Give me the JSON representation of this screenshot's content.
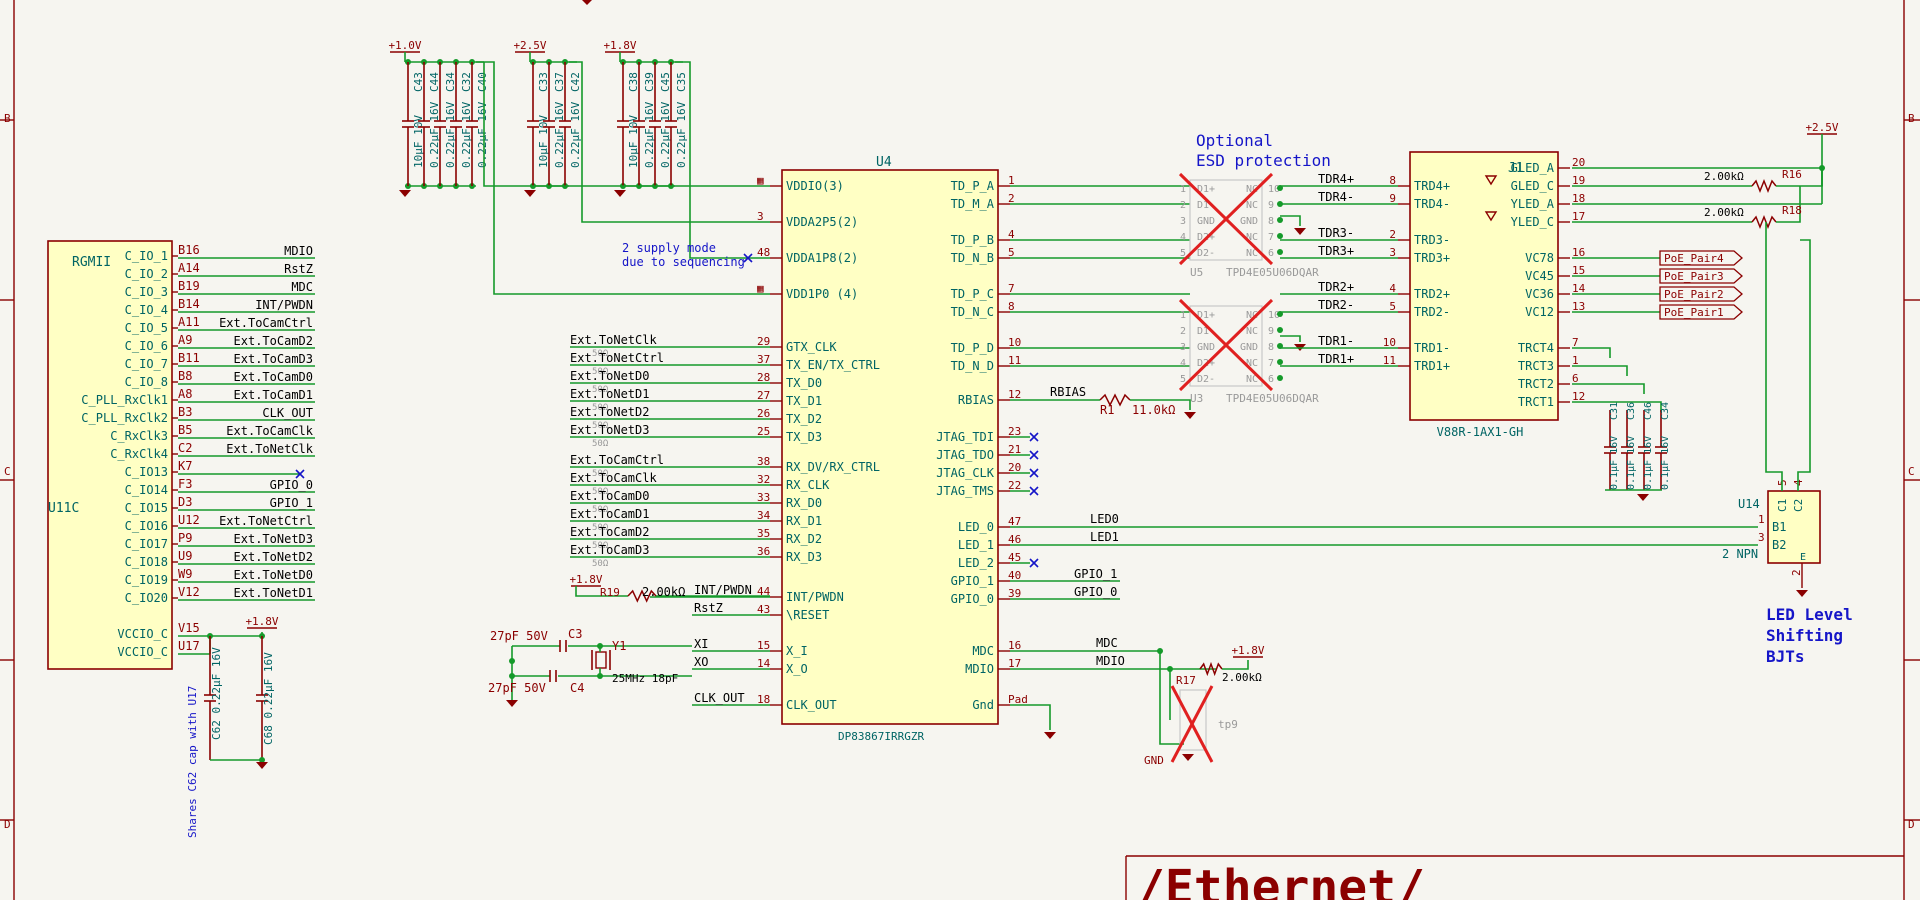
{
  "rows": [
    "B",
    "B",
    "C",
    "C",
    "D",
    "D"
  ],
  "u11": {
    "ref": "U11C",
    "name": "RGMII",
    "pins": [
      {
        "num": "B16",
        "name": "C_IO_1",
        "net": "MDIO"
      },
      {
        "num": "A14",
        "name": "C_IO_2",
        "net": "RstZ"
      },
      {
        "num": "B19",
        "name": "C_IO_3",
        "net": "MDC"
      },
      {
        "num": "B14",
        "name": "C_IO_4",
        "net": "INT/PWDN"
      },
      {
        "num": "A11",
        "name": "C_IO_5",
        "net": "Ext.ToCamCtrl"
      },
      {
        "num": "A9",
        "name": "C_IO_6",
        "net": "Ext.ToCamD2"
      },
      {
        "num": "B11",
        "name": "C_IO_7",
        "net": "Ext.ToCamD3"
      },
      {
        "num": "B8",
        "name": "C_IO_8",
        "net": "Ext.ToCamD0"
      },
      {
        "num": "A8",
        "name": "C_PLL_RxClk1",
        "net": "Ext.ToCamD1"
      },
      {
        "num": "B3",
        "name": "C_PLL_RxClk2",
        "net": "CLK_OUT"
      },
      {
        "num": "B5",
        "name": "C_RxClk3",
        "net": "Ext.ToCamClk"
      },
      {
        "num": "C2",
        "name": "C_RxClk4",
        "net": "Ext.ToNetClk"
      },
      {
        "num": "K7",
        "name": "C_IO13",
        "net": ""
      },
      {
        "num": "F3",
        "name": "C_IO14",
        "net": "GPIO_0"
      },
      {
        "num": "D3",
        "name": "C_IO15",
        "net": "GPIO_1"
      },
      {
        "num": "U12",
        "name": "C_IO16",
        "net": "Ext.ToNetCtrl"
      },
      {
        "num": "P9",
        "name": "C_IO17",
        "net": "Ext.ToNetD3"
      },
      {
        "num": "U9",
        "name": "C_IO18",
        "net": "Ext.ToNetD2"
      },
      {
        "num": "W9",
        "name": "C_IO19",
        "net": "Ext.ToNetD0"
      },
      {
        "num": "V12",
        "name": "C_IO20",
        "net": "Ext.ToNetD1"
      }
    ],
    "vcc_pins": [
      {
        "num": "V15",
        "name": "VCCIO_C"
      },
      {
        "num": "U17",
        "name": "VCCIO_C"
      }
    ],
    "supply": "+1.8V",
    "caps": [
      {
        "ref": "C62",
        "val": "0.22µF 16V"
      },
      {
        "ref": "C68",
        "val": "0.22µF 16V"
      }
    ],
    "note": "Shares C62 cap with U17"
  },
  "decoupling": [
    {
      "rail": "+1.0V",
      "caps": [
        {
          "ref": "C43",
          "val": "10µF 10V"
        },
        {
          "ref": "C44",
          "val": "0.22µF 16V"
        },
        {
          "ref": "C34",
          "val": "0.22µF 16V"
        },
        {
          "ref": "C32",
          "val": "0.22µF 16V"
        },
        {
          "ref": "C40",
          "val": "0.22µF 16V"
        }
      ]
    },
    {
      "rail": "+2.5V",
      "caps": [
        {
          "ref": "C33",
          "val": "10µF 10V"
        },
        {
          "ref": "C37",
          "val": "0.22µF 16V"
        },
        {
          "ref": "C42",
          "val": "0.22µF 16V"
        }
      ]
    },
    {
      "rail": "+1.8V",
      "caps": [
        {
          "ref": "C38",
          "val": "10µF 10V"
        },
        {
          "ref": "C39",
          "val": "0.22µF 16V"
        },
        {
          "ref": "C45",
          "val": "0.22µF 16V"
        },
        {
          "ref": "C35",
          "val": "0.22µF 16V"
        }
      ]
    }
  ],
  "u4": {
    "ref": "U4",
    "part": "DP83867IRRGZR",
    "left": [
      {
        "num": "",
        "name": "VDDIO(3)",
        "net": ""
      },
      {
        "num": "3",
        "name": "VDDA2P5(2)",
        "net": ""
      },
      {
        "num": "48",
        "name": "VDDA1P8(2)",
        "net": ""
      },
      {
        "num": "",
        "name": "VDD1P0 (4)",
        "net": ""
      },
      {
        "num": "29",
        "name": "GTX_CLK",
        "net": "Ext.ToNetClk"
      },
      {
        "num": "37",
        "name": "TX_EN/TX_CTRL",
        "net": "Ext.ToNetCtrl"
      },
      {
        "num": "28",
        "name": "TX_D0",
        "net": "Ext.ToNetD0"
      },
      {
        "num": "27",
        "name": "TX_D1",
        "net": "Ext.ToNetD1"
      },
      {
        "num": "26",
        "name": "TX_D2",
        "net": "Ext.ToNetD2"
      },
      {
        "num": "25",
        "name": "TX_D3",
        "net": "Ext.ToNetD3"
      },
      {
        "num": "38",
        "name": "RX_DV/RX_CTRL",
        "net": "Ext.ToCamCtrl"
      },
      {
        "num": "32",
        "name": "RX_CLK",
        "net": "Ext.ToCamClk"
      },
      {
        "num": "33",
        "name": "RX_D0",
        "net": "Ext.ToCamD0"
      },
      {
        "num": "34",
        "name": "RX_D1",
        "net": "Ext.ToCamD1"
      },
      {
        "num": "35",
        "name": "RX_D2",
        "net": "Ext.ToCamD2"
      },
      {
        "num": "36",
        "name": "RX_D3",
        "net": "Ext.ToCamD3"
      },
      {
        "num": "44",
        "name": "INT/PWDN",
        "net": "INT/PWDN"
      },
      {
        "num": "43",
        "name": "\\RESET",
        "net": "RstZ"
      },
      {
        "num": "15",
        "name": "X_I",
        "net": "XI"
      },
      {
        "num": "14",
        "name": "X_O",
        "net": "XO"
      },
      {
        "num": "18",
        "name": "CLK_OUT",
        "net": "CLK_OUT"
      }
    ],
    "right": [
      {
        "num": "1",
        "name": "TD_P_A",
        "net": ""
      },
      {
        "num": "2",
        "name": "TD_M_A",
        "net": ""
      },
      {
        "num": "4",
        "name": "TD_P_B",
        "net": ""
      },
      {
        "num": "5",
        "name": "TD_N_B",
        "net": ""
      },
      {
        "num": "7",
        "name": "TD_P_C",
        "net": ""
      },
      {
        "num": "8",
        "name": "TD_N_C",
        "net": ""
      },
      {
        "num": "10",
        "name": "TD_P_D",
        "net": ""
      },
      {
        "num": "11",
        "name": "TD_N_D",
        "net": ""
      },
      {
        "num": "12",
        "name": "RBIAS",
        "net": "RBIAS"
      },
      {
        "num": "23",
        "name": "JTAG_TDI",
        "net": ""
      },
      {
        "num": "21",
        "name": "JTAG_TDO",
        "net": ""
      },
      {
        "num": "20",
        "name": "JTAG_CLK",
        "net": ""
      },
      {
        "num": "22",
        "name": "JTAG_TMS",
        "net": ""
      },
      {
        "num": "47",
        "name": "LED_0",
        "net": "LED0"
      },
      {
        "num": "46",
        "name": "LED_1",
        "net": "LED1"
      },
      {
        "num": "45",
        "name": "LED_2",
        "net": ""
      },
      {
        "num": "40",
        "name": "GPIO_1",
        "net": "GPIO_1"
      },
      {
        "num": "39",
        "name": "GPIO_0",
        "net": "GPIO_0"
      },
      {
        "num": "16",
        "name": "MDC",
        "net": "MDC"
      },
      {
        "num": "17",
        "name": "MDIO",
        "net": "MDIO"
      },
      {
        "num": "Pad",
        "name": "Gnd",
        "net": ""
      }
    ],
    "supply_note": "2 supply mode\ndue to sequencing",
    "series_r": "50Ω"
  },
  "crystal": {
    "ref": "Y1",
    "val": "25MHz 18pF",
    "c3": "C3",
    "c4": "C4",
    "cval": "27pF 50V"
  },
  "r19": {
    "ref": "R19",
    "val": "2.00kΩ",
    "supply": "+1.8V"
  },
  "r1": {
    "ref": "R1",
    "val": "11.0kΩ"
  },
  "r17": {
    "ref": "R17",
    "val": "2.00kΩ",
    "supply": "+1.8V"
  },
  "tp9": {
    "ref": "tp9",
    "gnd": "GND"
  },
  "esd": {
    "note": "Optional\nESD protection",
    "part": "TPD4E05U06DQAR",
    "refs": [
      "U5",
      "U3"
    ],
    "pins": [
      "D1+",
      "D1-",
      "GND",
      "D2+",
      "D2-"
    ],
    "pinsr": [
      "NC",
      "NC",
      "GND",
      "NC",
      "NC"
    ]
  },
  "mag": {
    "ref": "J1",
    "part": "V88R-1AX1-GH",
    "left": [
      {
        "num": "8",
        "name": "TRD4+",
        "net": "TDR4+"
      },
      {
        "num": "9",
        "name": "TRD4-",
        "net": "TDR4-"
      },
      {
        "num": "2",
        "name": "TRD3-",
        "net": "TDR3-"
      },
      {
        "num": "3",
        "name": "TRD3+",
        "net": "TDR3+"
      },
      {
        "num": "4",
        "name": "TRD2+",
        "net": "TDR2+"
      },
      {
        "num": "5",
        "name": "TRD2-",
        "net": "TDR2-"
      },
      {
        "num": "10",
        "name": "TRD1-",
        "net": "TDR1-"
      },
      {
        "num": "11",
        "name": "TRD1+",
        "net": "TDR1+"
      }
    ],
    "right": [
      {
        "num": "20",
        "name": "GLED_A"
      },
      {
        "num": "19",
        "name": "GLED_C"
      },
      {
        "num": "18",
        "name": "YLED_A"
      },
      {
        "num": "17",
        "name": "YLED_C"
      },
      {
        "num": "16",
        "name": "VC78"
      },
      {
        "num": "15",
        "name": "VC45"
      },
      {
        "num": "14",
        "name": "VC36"
      },
      {
        "num": "13",
        "name": "VC12"
      },
      {
        "num": "7",
        "name": "TRCT4"
      },
      {
        "num": "1",
        "name": "TRCT3"
      },
      {
        "num": "6",
        "name": "TRCT2"
      },
      {
        "num": "12",
        "name": "TRCT1"
      }
    ],
    "supply": "+2.5V",
    "r16": {
      "ref": "R16",
      "val": "2.00kΩ"
    },
    "r18": {
      "ref": "R18",
      "val": "2.00kΩ"
    },
    "poe": [
      "PoE_Pair4",
      "PoE_Pair3",
      "PoE_Pair2",
      "PoE_Pair1"
    ],
    "caps": [
      {
        "ref": "C31",
        "val": "0.1µF 16V"
      },
      {
        "ref": "C36",
        "val": "0.1µF 16V"
      },
      {
        "ref": "C46",
        "val": "0.1µF 16V"
      },
      {
        "ref": "C34",
        "val": "0.1µF 16V"
      }
    ]
  },
  "u14": {
    "ref": "U14",
    "type": "2 NPN",
    "pins": [
      {
        "num": "1",
        "name": "B1"
      },
      {
        "num": "3",
        "name": "B2"
      }
    ],
    "top": [
      {
        "num": "5",
        "name": "C1"
      },
      {
        "num": "4",
        "name": "C2"
      }
    ],
    "bottom": {
      "num": "2",
      "name": "E"
    },
    "note": "LED Level\nShifting\nBJTs"
  },
  "title": "/Ethernet/"
}
